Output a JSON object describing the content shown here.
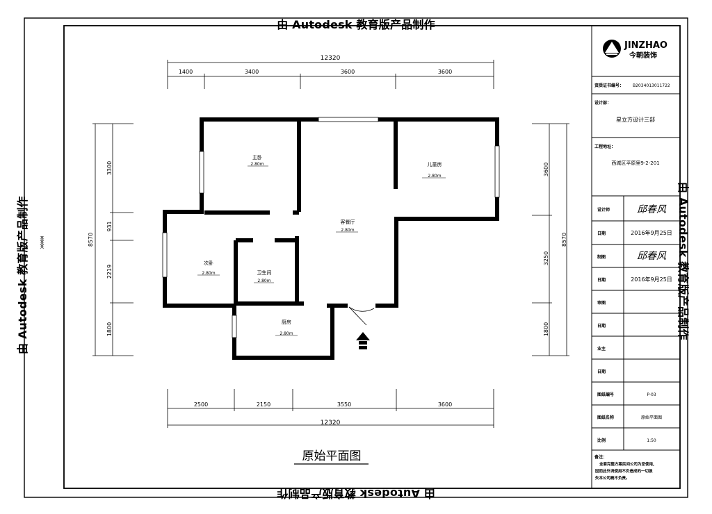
{
  "watermarks": {
    "top": "由 Autodesk 教育版产品制作",
    "bottom": "由 Autodesk 教育版产品制作",
    "left": "由 Autodesk 教育版产品制作",
    "right": "由 Autodesk 教育版产品制作"
  },
  "side_note": "某某某",
  "drawing": {
    "title": "原始平面图",
    "dimensions": {
      "top_total": "12320",
      "top_segments": [
        "1400",
        "3400",
        "3600",
        "3600"
      ],
      "bottom_total": "12320",
      "bottom_segments": [
        "2500",
        "2150",
        "3550",
        "3600"
      ],
      "left_total": "8570",
      "left_segments": [
        "3300",
        "931",
        "2219",
        "1800"
      ],
      "right_total": "8570",
      "right_segments": [
        "3600",
        "3250",
        "1800"
      ]
    },
    "rooms": [
      {
        "name": "主卧",
        "area": "2.80m"
      },
      {
        "name": "儿童房",
        "area": "2.80m"
      },
      {
        "name": "客餐厅",
        "area": "2.80m"
      },
      {
        "name": "次卧",
        "area": "2.80m"
      },
      {
        "name": "卫生间",
        "area": "2.80m"
      },
      {
        "name": "厨房",
        "area": "2.80m"
      }
    ]
  },
  "title_block": {
    "logo_text": "JINZHAO",
    "logo_sub": "今朝装饰",
    "cert_label": "资质证书编号：",
    "cert_value": "B2034013011722",
    "designer_dept_label": "设计部：",
    "designer_dept_value": "星立方设计三部",
    "project_address_label": "工程地址：",
    "project_address_value": "西城区平原里9-2-201",
    "rows": [
      {
        "label": "设计师",
        "value": "邱春风"
      },
      {
        "label": "日期",
        "value": "2016年9月25日"
      },
      {
        "label": "制图",
        "value": "邱春风"
      },
      {
        "label": "日期",
        "value": "2016年9月25日"
      },
      {
        "label": "审图",
        "value": ""
      },
      {
        "label": "日期",
        "value": ""
      },
      {
        "label": "业主",
        "value": ""
      },
      {
        "label": "日期",
        "value": ""
      },
      {
        "label": "图纸编号",
        "value": "P-03"
      },
      {
        "label": "图纸名称",
        "value": "原始平面图"
      },
      {
        "label": "比例",
        "value": "1:50"
      }
    ],
    "notes_label": "备注：",
    "notes_text": [
      "全套完整方案民间公司为您使用,",
      "因而此外流使用不负造成的一切损",
      "失本公司概不负责。"
    ]
  }
}
